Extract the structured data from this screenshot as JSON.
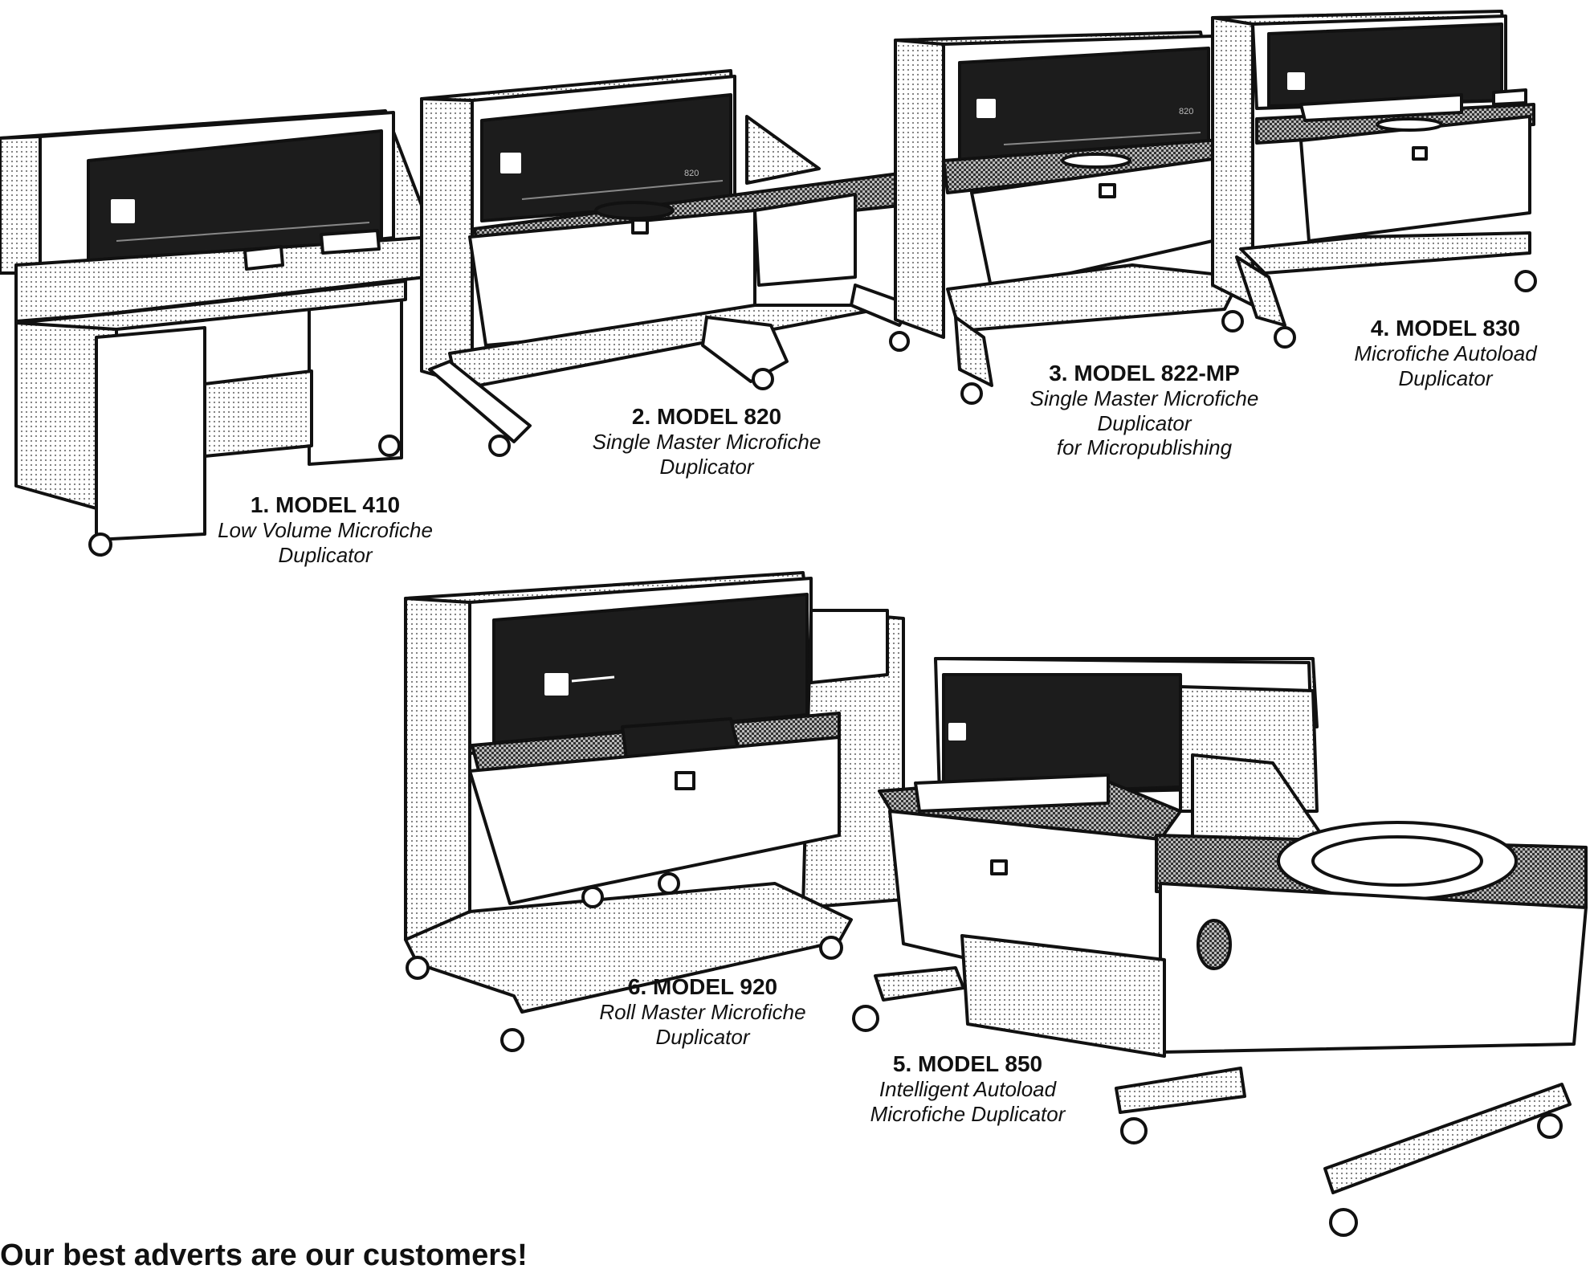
{
  "models": [
    {
      "id": "410",
      "number": "1. MODEL 410",
      "lines": [
        "Low Volume Microfiche",
        "Duplicator"
      ]
    },
    {
      "id": "820",
      "number": "2. MODEL 820",
      "lines": [
        "Single Master Microfiche",
        "Duplicator"
      ]
    },
    {
      "id": "822mp",
      "number": "3. MODEL 822-MP",
      "lines": [
        "Single Master Microfiche",
        "Duplicator",
        "for Micropublishing"
      ]
    },
    {
      "id": "830",
      "number": "4. MODEL 830",
      "lines": [
        "Microfiche Autoload",
        "Duplicator"
      ]
    },
    {
      "id": "920",
      "number": "6. MODEL 920",
      "lines": [
        "Roll Master Microfiche",
        "Duplicator"
      ]
    },
    {
      "id": "850",
      "number": "5. MODEL 850",
      "lines": [
        "Intelligent Autoload",
        "Microfiche Duplicator"
      ]
    }
  ],
  "panel_labels": {
    "m820": "820",
    "m822mp": "820"
  },
  "footer": {
    "headline": "Our best adverts are our customers!"
  },
  "colors": {
    "ink": "#111111",
    "panel": "#1c1c1c",
    "paper": "#ffffff",
    "screen": "#9a9a9a"
  }
}
